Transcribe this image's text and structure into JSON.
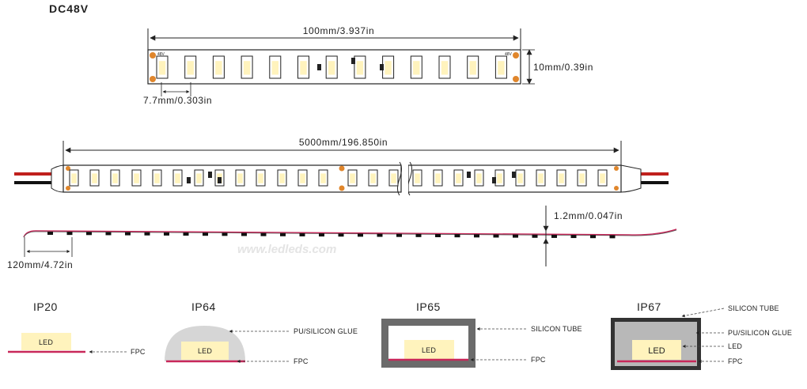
{
  "title": "DC48V",
  "strip_top": {
    "length_label": "100mm/3.937in",
    "width_label": "10mm/0.39in",
    "pitch_label": "7.7mm/0.303in",
    "pad_mark": "48V"
  },
  "strip_full": {
    "length_label": "5000mm/196.850in"
  },
  "side_view": {
    "thickness_label": "1.2mm/0.047in",
    "lead_label": "120mm/4.72in",
    "watermark": "www.ledleds.com"
  },
  "ip_sections": [
    {
      "rating": "IP20",
      "led": "LED",
      "callouts": [
        "FPC"
      ]
    },
    {
      "rating": "IP64",
      "led": "LED",
      "callouts": [
        "PU/SILICON GLUE",
        "FPC"
      ]
    },
    {
      "rating": "IP65",
      "led": "LED",
      "callouts": [
        "SILICON TUBE",
        "FPC"
      ]
    },
    {
      "rating": "IP67",
      "led": "LED",
      "callouts": [
        "SILICON TUBE",
        "PU/SILICON GLUE",
        "LED",
        "FPC"
      ]
    }
  ],
  "colors": {
    "led_fill": "#fff3bd",
    "fpc_line": "#c8285a",
    "pad_orange": "#e0862c",
    "glue_gray": "#d6d6d6",
    "tube_gray": "#6b6b6b",
    "ip67_border": "#333333",
    "ip67_fill": "#b8b8b8"
  }
}
